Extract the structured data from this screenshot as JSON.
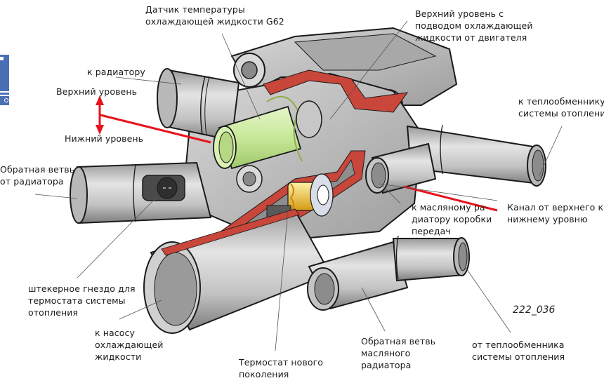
{
  "figure": {
    "id": "222_036",
    "colors": {
      "housing": "#bdbdbd",
      "housing_dark": "#8c8c8c",
      "cut_section": "#c9463a",
      "sensor": "#c8e89a",
      "thermostat": "#e8b923",
      "level_arrow": "#e8141b",
      "outline": "#1a1a1a"
    }
  },
  "labels": {
    "sensor_g62": "Датчик температуры\nохлаждающей жидкости G62",
    "upper_level_engine": "Верхний уровень с\nподводом охлаждающей\nжидкости от двигателя",
    "to_radiator": "к радиатору",
    "upper_level": "Верхний уровень",
    "lower_level": "Нижний уровень",
    "radiator_return": "Обратная ветвь\nот радиатора",
    "to_heater_core": "к теплообменнику\nсистемы отопления",
    "to_gearbox_oil_cooler": "к масляному ра-\nдиатору коробки\nпередач",
    "channel_upper_to_lower": "Канал от верхнего к\nнижнему уровню",
    "connector_socket": "штекерное гнездо для\nтермостата системы\nотопления",
    "to_coolant_pump": "к насосу\nохлаждающей\nжидкости",
    "thermostat_new_gen": "Термостат нового\nпоколения",
    "oil_cooler_return": "Обратная ветвь\nмасляного\nрадиатора",
    "from_heater_core": "от теплообменника\nсистемы отопления"
  }
}
